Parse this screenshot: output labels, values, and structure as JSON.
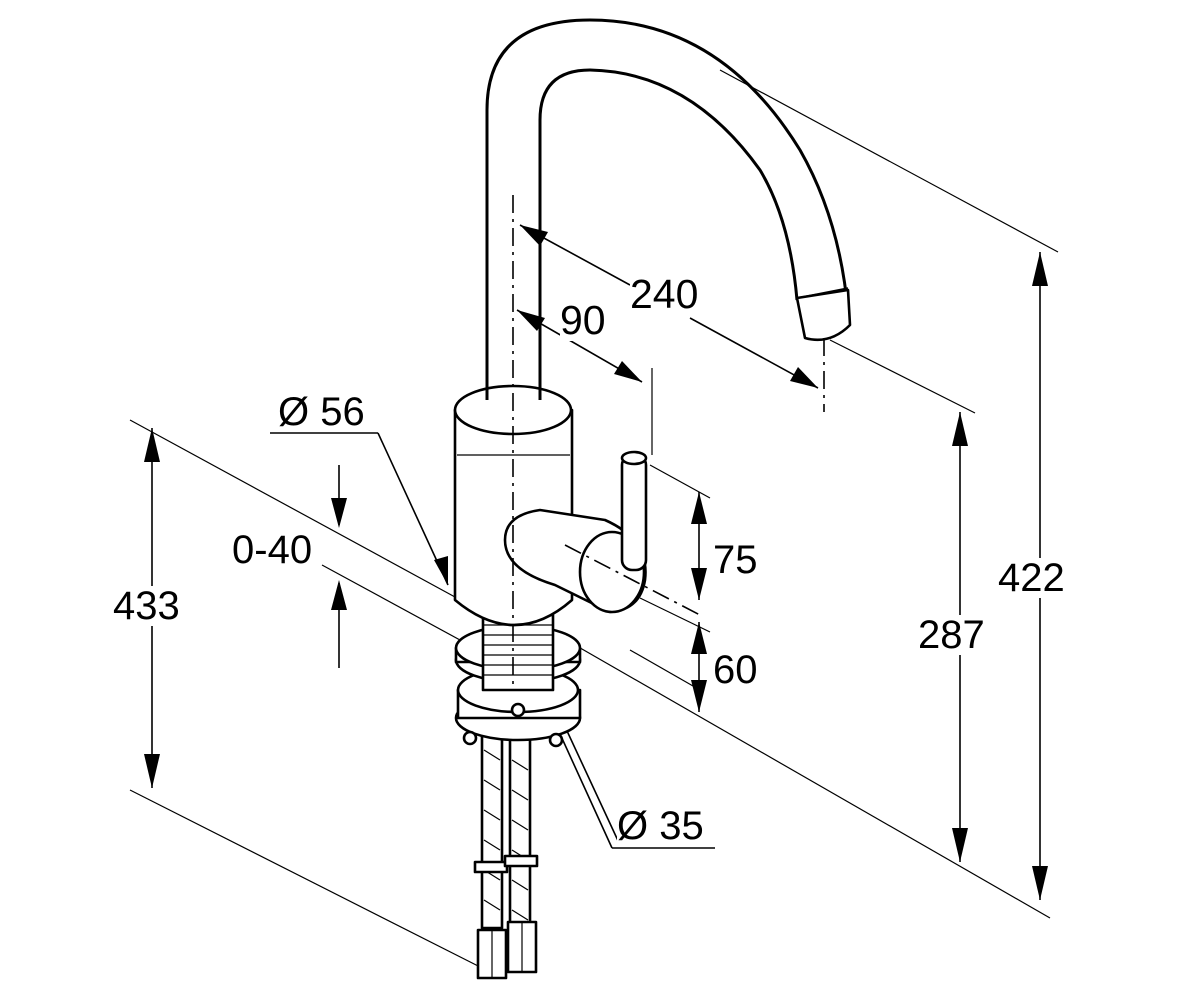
{
  "dimensions": {
    "spout_reach": "240",
    "body_to_handle_axis": "90",
    "body_diameter": "Ø 56",
    "adjustable_height": "0-40",
    "overall_height_433": "433",
    "handle_height": "75",
    "handle_axis_height": "60",
    "shank_diameter": "Ø 35",
    "spout_outlet_height": "287",
    "total_height": "422"
  }
}
